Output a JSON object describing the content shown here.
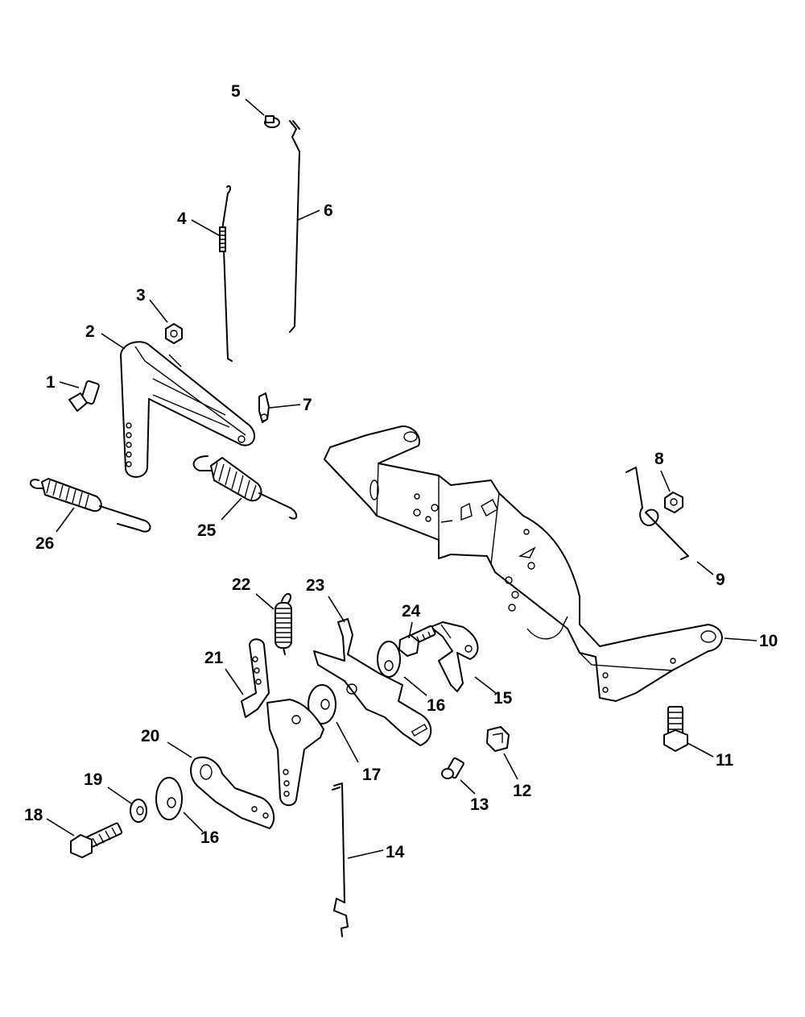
{
  "callouts": [
    "1",
    "2",
    "3",
    "4",
    "5",
    "6",
    "7",
    "8",
    "9",
    "10",
    "11",
    "12",
    "13",
    "14",
    "15",
    "16",
    "16",
    "17",
    "18",
    "19",
    "20",
    "21",
    "22",
    "23",
    "24",
    "25",
    "26"
  ]
}
